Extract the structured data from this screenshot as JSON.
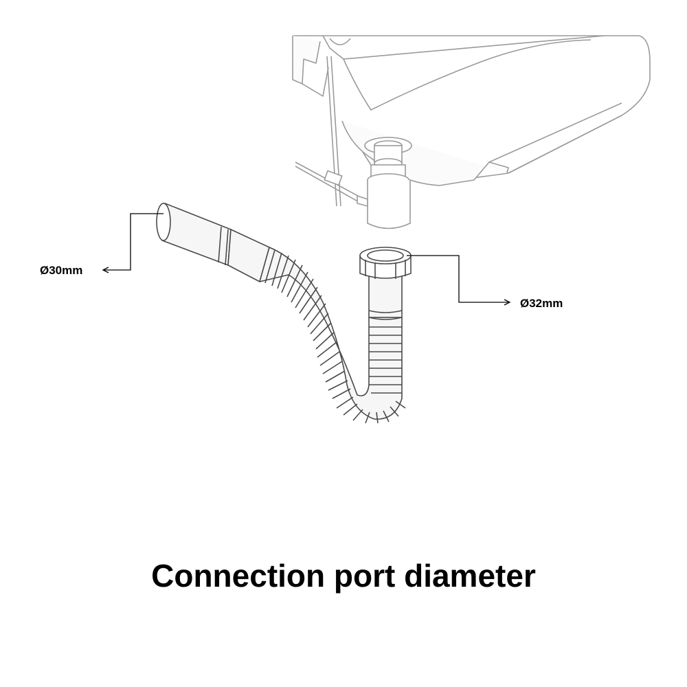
{
  "labels": {
    "left_port": "Ø30mm",
    "right_port": "Ø32mm"
  },
  "title": "Connection port diameter",
  "colors": {
    "sink_line": "#9a9a9a",
    "pipe_line": "#4a4a4a",
    "pipe_fill": "#f6f6f6",
    "text": "#000000"
  }
}
